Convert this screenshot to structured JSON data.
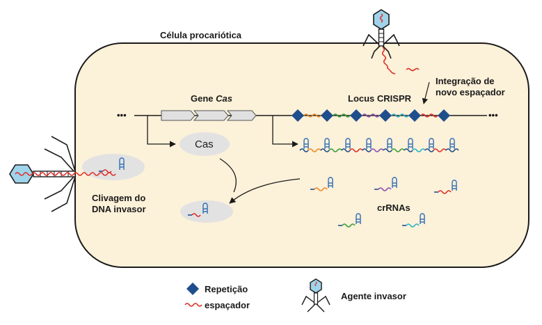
{
  "labels": {
    "cell": "Célula procariótica",
    "gene_prefix": "Gene ",
    "gene_italic": "Cas",
    "locus": "Locus CRISPR",
    "integration_line1": "Integração de",
    "integration_line2": "novo espaçador",
    "cas_protein": "Cas",
    "cleavage_line1": "Clivagem do",
    "cleavage_line2": "DNA invasor",
    "crrnas": "crRNAs",
    "dots_left": "•••",
    "dots_right": "•••"
  },
  "legend": {
    "repeat": "Repetição",
    "spacer": "espaçador",
    "invader": "Agente invasor"
  },
  "colors": {
    "cell_fill": "#fcf1d9",
    "cell_stroke": "#1a1a1a",
    "repeat": "#1f4e8c",
    "hairpin": "#2f6db5",
    "spacer_red": "#e0302a",
    "spacer_orange": "#f08a24",
    "spacer_green": "#3a9d3a",
    "spacer_purple": "#8a4fb0",
    "spacer_cyan": "#27b3c9",
    "gene_fill": "#e0e0e0",
    "oval_fill": "#e2e2e2"
  },
  "icons": {
    "repeat": "diamond-icon",
    "spacer": "wave-icon",
    "invader": "phage-icon"
  }
}
